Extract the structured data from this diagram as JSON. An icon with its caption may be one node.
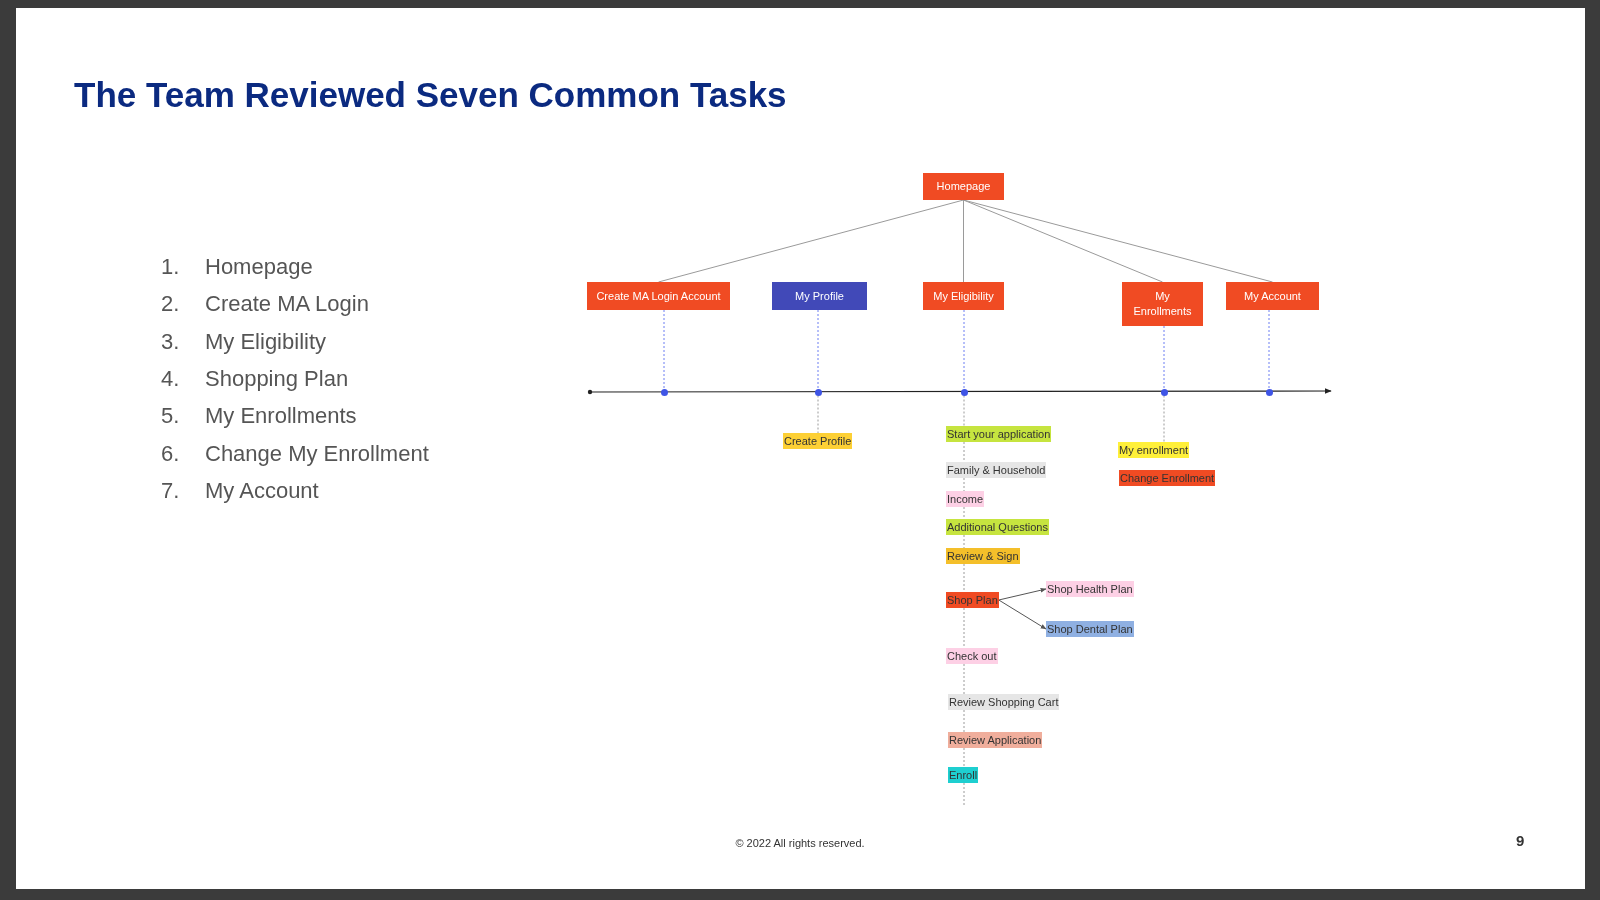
{
  "diagram": {
    "title": "The Team Reviewed Seven Common Tasks",
    "nodes": [
      {
        "text": [
          "Homepage"
        ]
      },
      {
        "text": [
          "Create MA Login Account"
        ]
      },
      {
        "text": [
          "My Profile"
        ]
      },
      {
        "text": [
          "My Eligibility"
        ]
      },
      {
        "text": [
          "My Enrollments"
        ]
      },
      {
        "text": [
          "My Account"
        ]
      },
      {
        "text": [],
        "shape": "circle"
      },
      {
        "text": [],
        "shape": "circle"
      },
      {
        "text": [],
        "shape": "circle"
      },
      {
        "text": [],
        "shape": "circle"
      },
      {
        "text": [],
        "shape": "circle"
      },
      {
        "text": [
          "Create Profile"
        ]
      },
      {
        "text": [
          "Start your application"
        ]
      },
      {
        "text": [
          "Family & Household"
        ]
      },
      {
        "text": [
          "Income"
        ]
      },
      {
        "text": [
          "Additional Questions"
        ]
      },
      {
        "text": [
          "Review & Sign"
        ]
      },
      {
        "text": [
          "Shop Plan"
        ]
      },
      {
        "text": [
          "Shop Health Plan"
        ]
      },
      {
        "text": [
          "Shop Dental Plan"
        ]
      },
      {
        "text": [
          "Check out"
        ]
      },
      {
        "text": [
          "Review Shopping Cart"
        ]
      },
      {
        "text": [
          "Review Application"
        ]
      },
      {
        "text": [
          "Enroll"
        ]
      },
      {
        "text": [
          "My enrollment"
        ]
      },
      {
        "text": [
          "Change Enrollment"
        ]
      }
    ],
    "edges": [
      {
        "from": 0,
        "to": 1,
        "arrow": "none"
      },
      {
        "from": 0,
        "to": 3,
        "arrow": "none"
      },
      {
        "from": 0,
        "to": 4,
        "arrow": "none"
      },
      {
        "from": 0,
        "to": 5,
        "arrow": "none"
      },
      {
        "from": 1,
        "to": 6,
        "arrow": "none",
        "style": "dashed",
        "color": "#6d7ff2"
      },
      {
        "from": 2,
        "to": 7,
        "arrow": "none",
        "style": "dashed",
        "color": "#6d7ff2"
      },
      {
        "from": 3,
        "to": 8,
        "arrow": "none",
        "style": "dashed",
        "color": "#6d7ff2"
      },
      {
        "from": 4,
        "to": 9,
        "arrow": "none",
        "style": "dashed",
        "color": "#6d7ff2"
      },
      {
        "from": 5,
        "to": 10,
        "arrow": "none",
        "style": "dashed",
        "color": "#6d7ff2"
      },
      {
        "from": 7,
        "to": 11,
        "arrow": "none",
        "style": "dashed"
      },
      {
        "from": 8,
        "to": 12,
        "arrow": "none",
        "style": "dashed"
      },
      {
        "from": 12,
        "to": 13,
        "arrow": "none",
        "style": "dashed"
      },
      {
        "from": 13,
        "to": 14,
        "arrow": "none",
        "style": "dashed"
      },
      {
        "from": 14,
        "to": 15,
        "arrow": "none",
        "style": "dashed"
      },
      {
        "from": 15,
        "to": 16,
        "arrow": "none",
        "style": "dashed"
      },
      {
        "from": 16,
        "to": 17,
        "arrow": "none",
        "style": "dashed"
      },
      {
        "from": 17,
        "to": 18,
        "arrow": "to",
        "color": "#555555"
      },
      {
        "from": 17,
        "to": 19,
        "arrow": "to",
        "color": "#555555"
      },
      {
        "from": 17,
        "to": 20,
        "arrow": "none",
        "style": "dashed"
      },
      {
        "from": 20,
        "to": 21,
        "arrow": "none",
        "style": "dashed"
      },
      {
        "from": 21,
        "to": 22,
        "arrow": "none",
        "style": "dashed"
      },
      {
        "from": 22,
        "to": 23,
        "arrow": "none",
        "style": "dashed"
      },
      {
        "from": 23,
        "to": null,
        "arrow": "none",
        "style": "dashed"
      },
      {
        "from": 9,
        "to": 24,
        "arrow": "none",
        "style": "dashed"
      }
    ],
    "labels": [
      "1.",
      "Homepage",
      "2.",
      "Create MA Login",
      "3.",
      "My Eligibility",
      "4.",
      "Shopping Plan",
      "5.",
      "My Enrollments",
      "6.",
      "Change My Enrollment",
      "7.",
      "My Account",
      "© 2022 All rights reserved.",
      "9"
    ]
  }
}
